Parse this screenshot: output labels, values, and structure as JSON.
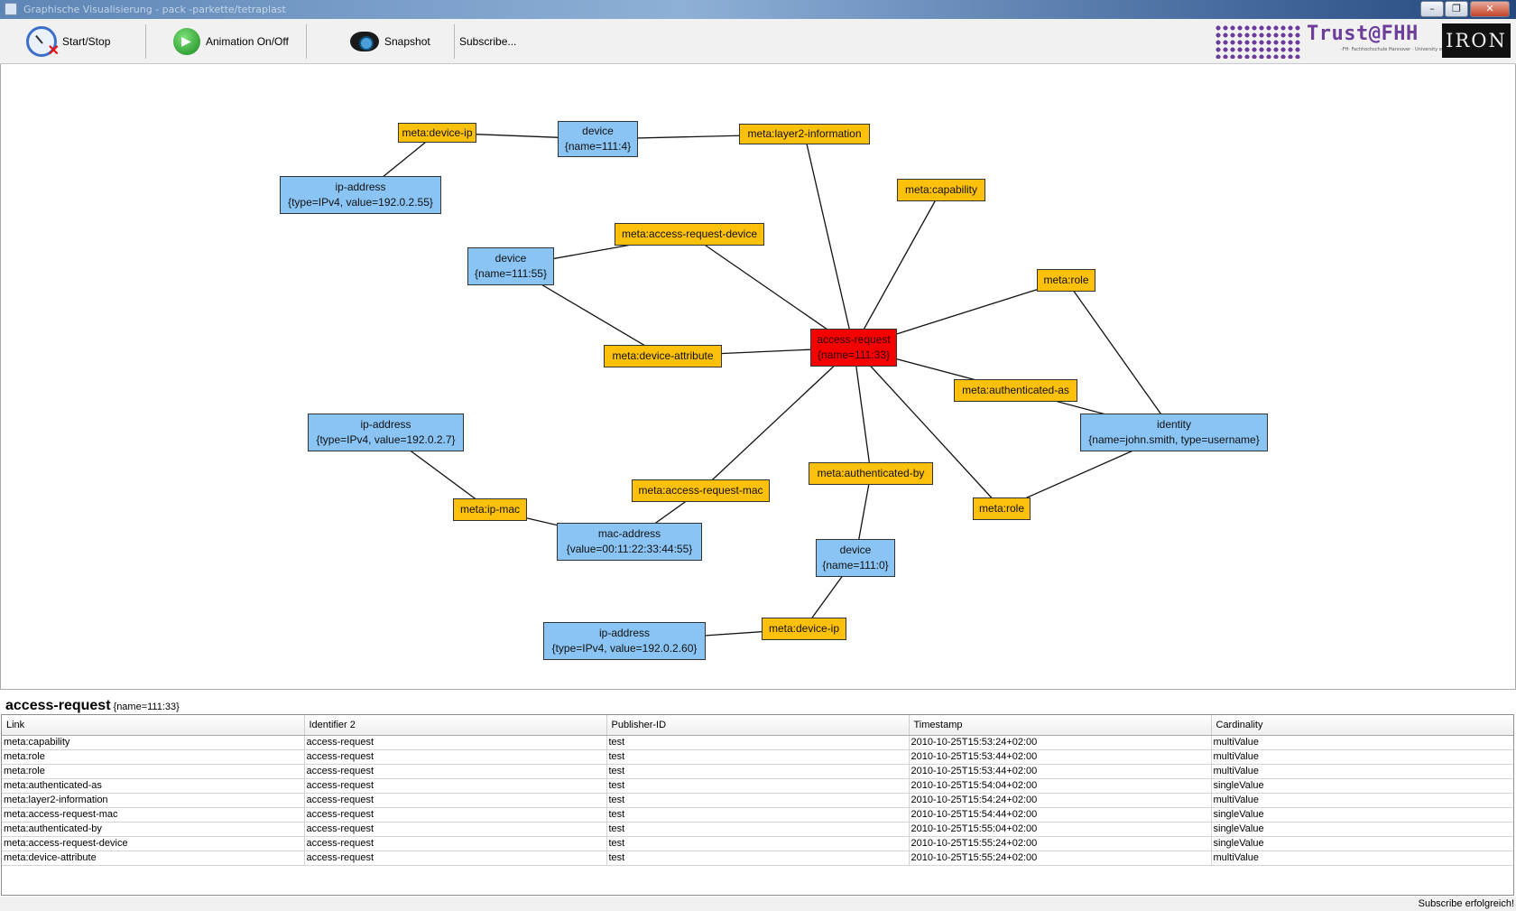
{
  "window": {
    "title": "Graphische Visualisierung - pack -parkette/tetraplast",
    "minimize_glyph": "–",
    "maximize_glyph": "❐",
    "close_glyph": "✕"
  },
  "toolbar": {
    "start_stop_label": "Start/Stop",
    "animation_label": "Animation On/Off",
    "snapshot_label": "Snapshot",
    "subscribe_label": "Subscribe...",
    "logo_trust_text": "Trust@FHH",
    "logo_trust_sub": "-FH· Fachhochschule Hannover · University of Applied Sciences and Arts",
    "logo_iron_text": "IRON"
  },
  "graph": {
    "nodes": [
      {
        "id": "n1",
        "kind": "meta",
        "lines": [
          "meta:device-ip"
        ]
      },
      {
        "id": "n2",
        "kind": "identifier",
        "lines": [
          "device",
          "{name=111:4}"
        ]
      },
      {
        "id": "n3",
        "kind": "meta",
        "lines": [
          "meta:layer2-information"
        ]
      },
      {
        "id": "n4",
        "kind": "identifier",
        "lines": [
          "ip-address",
          "{type=IPv4, value=192.0.2.55}"
        ]
      },
      {
        "id": "n5",
        "kind": "meta",
        "lines": [
          "meta:capability"
        ]
      },
      {
        "id": "n6",
        "kind": "meta",
        "lines": [
          "meta:access-request-device"
        ]
      },
      {
        "id": "n7",
        "kind": "identifier",
        "lines": [
          "device",
          "{name=111:55}"
        ]
      },
      {
        "id": "n8",
        "kind": "meta",
        "lines": [
          "meta:role"
        ]
      },
      {
        "id": "n9",
        "kind": "selected",
        "lines": [
          "access-request",
          "{name=111:33}"
        ]
      },
      {
        "id": "n10",
        "kind": "meta",
        "lines": [
          "meta:device-attribute"
        ]
      },
      {
        "id": "n11",
        "kind": "meta",
        "lines": [
          "meta:authenticated-as"
        ]
      },
      {
        "id": "n12",
        "kind": "identifier",
        "lines": [
          "identity",
          "{name=john.smith, type=username}"
        ]
      },
      {
        "id": "n13",
        "kind": "identifier",
        "lines": [
          "ip-address",
          "{type=IPv4, value=192.0.2.7}"
        ]
      },
      {
        "id": "n14",
        "kind": "meta",
        "lines": [
          "meta:authenticated-by"
        ]
      },
      {
        "id": "n15",
        "kind": "meta",
        "lines": [
          "meta:access-request-mac"
        ]
      },
      {
        "id": "n16",
        "kind": "meta",
        "lines": [
          "meta:ip-mac"
        ]
      },
      {
        "id": "n17",
        "kind": "meta",
        "lines": [
          "meta:role"
        ]
      },
      {
        "id": "n18",
        "kind": "identifier",
        "lines": [
          "mac-address",
          "{value=00:11:22:33:44:55}"
        ]
      },
      {
        "id": "n19",
        "kind": "identifier",
        "lines": [
          "device",
          "{name=111:0}"
        ]
      },
      {
        "id": "n20",
        "kind": "meta",
        "lines": [
          "meta:device-ip"
        ]
      },
      {
        "id": "n21",
        "kind": "identifier",
        "lines": [
          "ip-address",
          "{type=IPv4, value=192.0.2.60}"
        ]
      }
    ],
    "edges": [
      [
        "n1",
        "n2"
      ],
      [
        "n2",
        "n3"
      ],
      [
        "n1",
        "n4"
      ],
      [
        "n3",
        "n9"
      ],
      [
        "n5",
        "n9"
      ],
      [
        "n6",
        "n9"
      ],
      [
        "n6",
        "n7"
      ],
      [
        "n7",
        "n10"
      ],
      [
        "n10",
        "n9"
      ],
      [
        "n8",
        "n9"
      ],
      [
        "n8",
        "n12"
      ],
      [
        "n11",
        "n9"
      ],
      [
        "n11",
        "n12"
      ],
      [
        "n9",
        "n15"
      ],
      [
        "n9",
        "n14"
      ],
      [
        "n9",
        "n17"
      ],
      [
        "n17",
        "n12"
      ],
      [
        "n13",
        "n16"
      ],
      [
        "n16",
        "n18"
      ],
      [
        "n15",
        "n18"
      ],
      [
        "n14",
        "n19"
      ],
      [
        "n19",
        "n20"
      ],
      [
        "n20",
        "n21"
      ]
    ]
  },
  "detail": {
    "title": "access-request",
    "subtitle": "{name=111:33}",
    "columns": [
      "Link",
      "Identifier 2",
      "Publisher-ID",
      "Timestamp",
      "Cardinality"
    ],
    "rows": [
      [
        "meta:capability",
        "access-request",
        "test",
        "2010-10-25T15:53:24+02:00",
        "multiValue"
      ],
      [
        "meta:role",
        "access-request",
        "test",
        "2010-10-25T15:53:44+02:00",
        "multiValue"
      ],
      [
        "meta:role",
        "access-request",
        "test",
        "2010-10-25T15:53:44+02:00",
        "multiValue"
      ],
      [
        "meta:authenticated-as",
        "access-request",
        "test",
        "2010-10-25T15:54:04+02:00",
        "singleValue"
      ],
      [
        "meta:layer2-information",
        "access-request",
        "test",
        "2010-10-25T15:54:24+02:00",
        "multiValue"
      ],
      [
        "meta:access-request-mac",
        "access-request",
        "test",
        "2010-10-25T15:54:44+02:00",
        "singleValue"
      ],
      [
        "meta:authenticated-by",
        "access-request",
        "test",
        "2010-10-25T15:55:04+02:00",
        "singleValue"
      ],
      [
        "meta:access-request-device",
        "access-request",
        "test",
        "2010-10-25T15:55:24+02:00",
        "singleValue"
      ],
      [
        "meta:device-attribute",
        "access-request",
        "test",
        "2010-10-25T15:55:24+02:00",
        "multiValue"
      ]
    ]
  },
  "status": {
    "text": "Subscribe erfolgreich!"
  },
  "colors": {
    "identifier_node": "#89c4f4",
    "meta_node": "#fdc10b",
    "selected_node": "#f60000",
    "edge": "#111111"
  }
}
